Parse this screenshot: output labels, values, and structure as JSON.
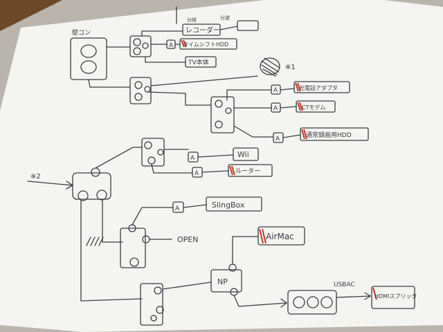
{
  "colors": {
    "paper": "#f4f4f1",
    "ink": "#3b3b44",
    "accent": "#c0392b",
    "backdrop": "#b9b4ad",
    "desk": "#6b4a2a"
  },
  "labels": {
    "wall_outlet": "壁コン",
    "recorder": "レコーダー",
    "recorder_top_left": "分岐",
    "recorder_top_right": "分波",
    "time_shift_hdd": "タイムシフトHDD",
    "tv": "TV本体",
    "optical_adapter": "光電話アダプタ",
    "ct_modem": "CTモデム",
    "recording_hdd": "通常録画用HDD",
    "wii": "Wii",
    "router": "ルーター",
    "slingbox": "SlingBox",
    "open": "OPEN",
    "airmac": "AirMac",
    "np": "NP",
    "usbac": "USBAC",
    "hdmi": "HDMIスプリッタ",
    "note1": "※1",
    "note2": "※2",
    "adapter": "A"
  }
}
